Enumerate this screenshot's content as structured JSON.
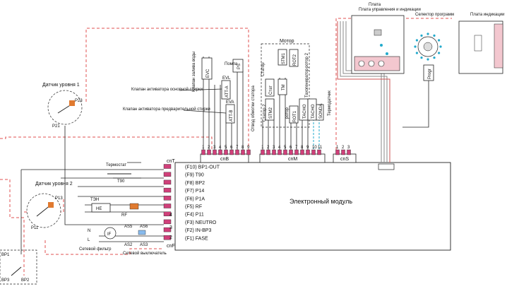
{
  "module": {
    "title": "Электронный модуль"
  },
  "connectors": {
    "cnT": "cnT",
    "cnB": "cnB",
    "cnM": "cnM",
    "cnS": "cnS",
    "cnF": "cnF"
  },
  "cnT_pins": [
    "(F10) BP1-OUT",
    "(F9) T90",
    "(F8) BP2",
    "(F7) P14",
    "(F6) P1A",
    "(F5) RF",
    "(F4) P11",
    "(F3) NEUTRO",
    "(F2) IN-BP3",
    "(F1) FASE"
  ],
  "cnF_numbers": [
    "4",
    "3",
    "2",
    "1"
  ],
  "cnB_numbers": [
    "1",
    "2",
    "3",
    "4",
    "5",
    "6",
    "7",
    "8",
    "9"
  ],
  "cnM_numbers": [
    "1",
    "2",
    "3",
    "4",
    "5",
    "6",
    "7",
    "8",
    "9",
    "10",
    "11"
  ],
  "cnS_numbers": [
    "1",
    "2",
    "3"
  ],
  "sensors": {
    "level1": {
      "label": "Датчик уровня 1",
      "p23": "P23",
      "p21": "P21"
    },
    "level2": {
      "label": "Датчик уровня 2",
      "p13": "P13",
      "p11": "P11"
    }
  },
  "components": {
    "thermostat": "Термостат",
    "t90": "T90",
    "heater": "ТЭН",
    "he": "HE",
    "rf": "RF",
    "filter_if": "IF",
    "filter_n": "N",
    "filter_l": "L",
    "filter_label": "Сетевой фильтр",
    "switch_label": "Сетевой выключатель",
    "as5": "AS5",
    "as6": "AS6",
    "as2": "AS2",
    "as3": "AS3",
    "bp1": "BP1",
    "bp2": "BP2",
    "bp3": "BP3"
  },
  "valves": {
    "fill_valve": "Клапан залива воды",
    "evc": "EVC",
    "evl": "EVL",
    "att_a": "ATT-A",
    "eva": "EVA",
    "att_b": "ATT-B",
    "pump": "Помпа",
    "ps": "PS",
    "drain": "Отвод обмотки статора",
    "main_wash": "Клапан активатора основной стирки",
    "pre_wash": "Клапан активатора предварительной стирки"
  },
  "motor": {
    "title": "Мотор",
    "stator": "Статор",
    "stator2": "Статор 2",
    "rotor": "ротор",
    "rotor2": "ротор 2",
    "tacho": "Тахогенератор",
    "stator_lbl": "Стат",
    "stm1": "STM1",
    "stm2": "STM2",
    "tm": "TM",
    "rot1": "ROT1",
    "rot2": "ROT2",
    "tacho1": "TACHO",
    "tacho2": "TACHO",
    "ntc_lbl": "Термодатчик",
    "sonda": "SONDA"
  },
  "boards": {
    "control": "Плата управления и индикации",
    "selector": "Селектор программ",
    "indication": "Плата индикации",
    "progr": "Progr"
  }
}
